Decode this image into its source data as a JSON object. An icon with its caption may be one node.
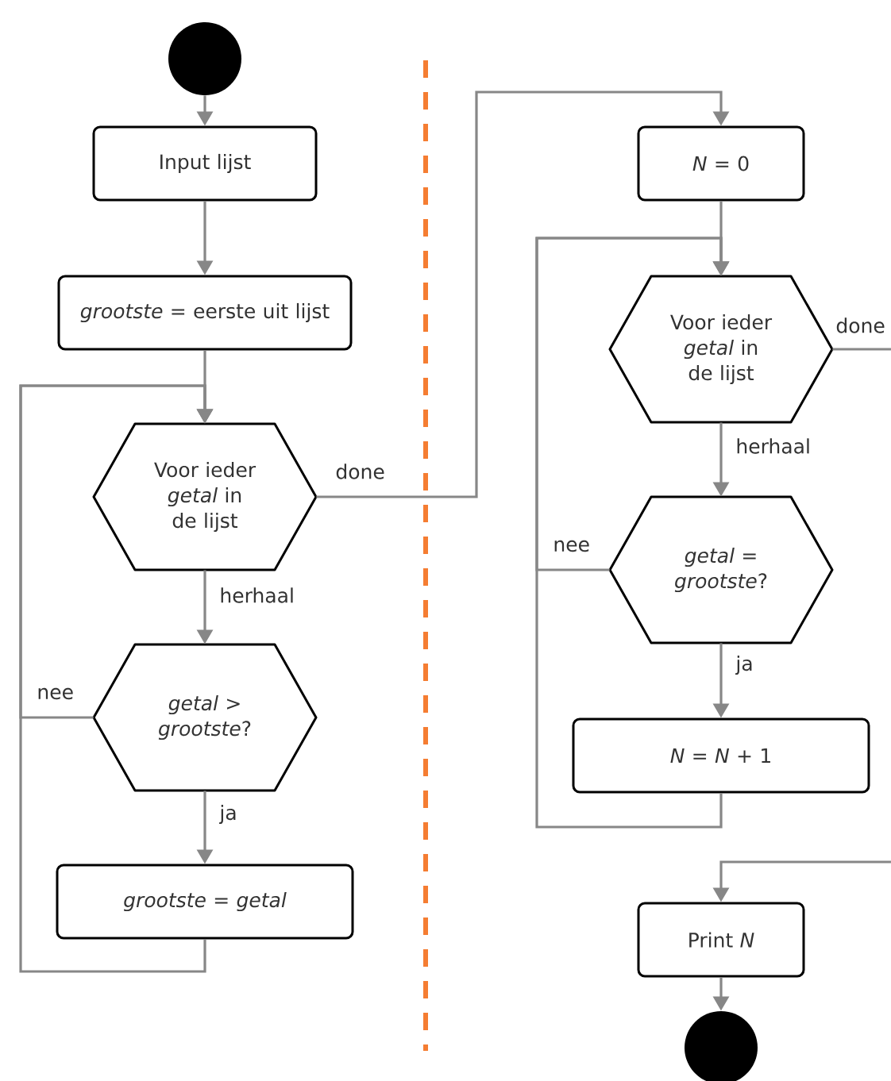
{
  "diagram": {
    "nodes": [
      {
        "text": [],
        "shape": "circle"
      },
      {
        "text": [
          "Input lijst"
        ]
      },
      {
        "text": [
          "*grootste* = eerste uit lijst"
        ]
      },
      {
        "text": [
          "Voor ieder *getal* in de lijst"
        ]
      },
      {
        "text": [
          "*getal* > *grootste*?"
        ]
      },
      {
        "text": [
          "*grootste* = *getal*"
        ]
      },
      {
        "text": [
          "*N* = 0"
        ]
      },
      {
        "text": [
          "Voor ieder *getal* in de lijst"
        ]
      },
      {
        "text": [
          "*getal* = *grootste*?"
        ]
      },
      {
        "text": [
          "*N* = *N* + 1"
        ]
      },
      {
        "text": [
          "Print *N*"
        ]
      },
      {
        "text": [],
        "shape": "circle"
      }
    ],
    "edges": [
      {
        "from": 0,
        "to": 1,
        "arrow": "to"
      },
      {
        "from": 1,
        "to": 2,
        "arrow": "to"
      },
      {
        "from": 2,
        "to": 3,
        "arrow": "to"
      },
      {
        "from": 3,
        "to": 4,
        "arrow": "to",
        "label": "herhaal"
      },
      {
        "from": 4,
        "to": 5,
        "arrow": "to",
        "label": "ja"
      },
      {
        "from": 5,
        "to": 3,
        "arrow": "to"
      },
      {
        "from": 4,
        "to": 3,
        "arrow": "to",
        "label": "nee"
      },
      {
        "from": 3,
        "to": 6,
        "arrow": "to",
        "label": "done"
      },
      {
        "from": 6,
        "to": 7,
        "arrow": "to"
      },
      {
        "from": 7,
        "to": 8,
        "arrow": "to",
        "label": "herhaal"
      },
      {
        "from": 8,
        "to": 9,
        "arrow": "to",
        "label": "ja"
      },
      {
        "from": 9,
        "to": 7,
        "arrow": "to"
      },
      {
        "from": 8,
        "to": 7,
        "arrow": "to",
        "label": "nee"
      },
      {
        "from": 7,
        "to": 10,
        "arrow": "to",
        "label": "done"
      },
      {
        "from": 10,
        "to": 11,
        "arrow": "to"
      }
    ]
  }
}
